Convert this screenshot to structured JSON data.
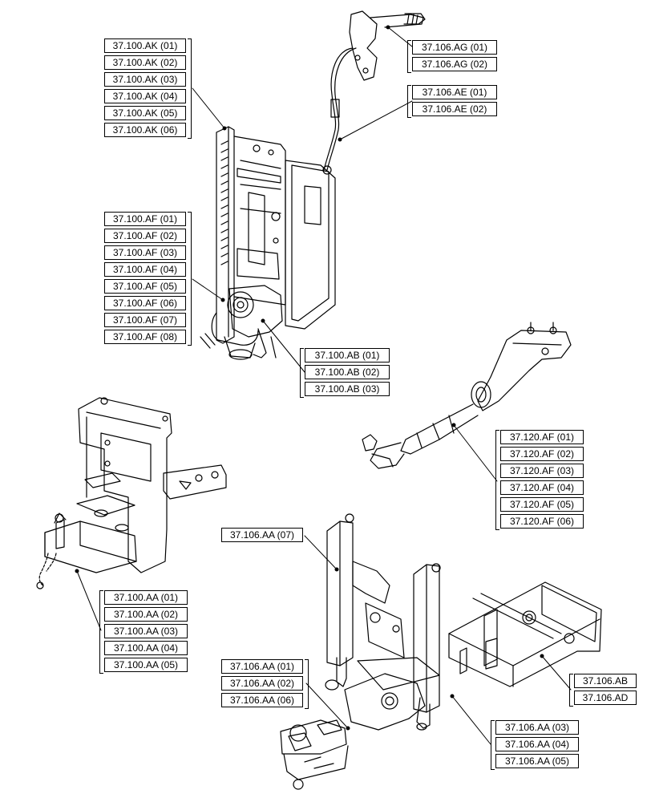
{
  "groups": {
    "ak": [
      "37.100.AK (01)",
      "37.100.AK (02)",
      "37.100.AK (03)",
      "37.100.AK (04)",
      "37.100.AK (05)",
      "37.100.AK (06)"
    ],
    "ag": [
      "37.106.AG (01)",
      "37.106.AG (02)"
    ],
    "ae": [
      "37.106.AE (01)",
      "37.106.AE (02)"
    ],
    "af": [
      "37.100.AF (01)",
      "37.100.AF (02)",
      "37.100.AF (03)",
      "37.100.AF (04)",
      "37.100.AF (05)",
      "37.100.AF (06)",
      "37.100.AF (07)",
      "37.100.AF (08)"
    ],
    "ab": [
      "37.100.AB (01)",
      "37.100.AB (02)",
      "37.100.AB (03)"
    ],
    "f120": [
      "37.120.AF (01)",
      "37.120.AF (02)",
      "37.120.AF (03)",
      "37.120.AF (04)",
      "37.120.AF (05)",
      "37.120.AF (06)"
    ],
    "aa100": [
      "37.100.AA (01)",
      "37.100.AA (02)",
      "37.100.AA (03)",
      "37.100.AA (04)",
      "37.100.AA (05)"
    ],
    "aa07": [
      "37.106.AA (07)"
    ],
    "aa106a": [
      "37.106.AA (01)",
      "37.106.AA (02)",
      "37.106.AA (06)"
    ],
    "abad": [
      "37.106.AB",
      "37.106.AD"
    ],
    "aa106b": [
      "37.106.AA (03)",
      "37.106.AA (04)",
      "37.106.AA (05)"
    ]
  }
}
